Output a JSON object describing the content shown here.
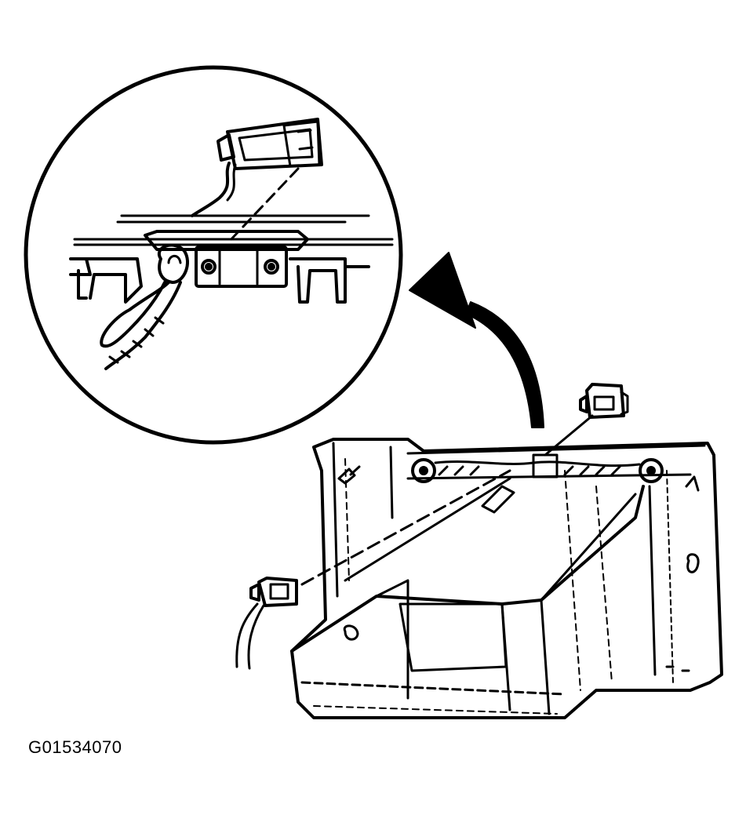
{
  "figure": {
    "id_label": "G01534070",
    "ink_color": "#000000",
    "background_color": "#ffffff"
  },
  "parts": {
    "detail_view": "magnified-detail-circle",
    "pointer": "curved-pointer-arrow",
    "assembly": "glove-box-assembly",
    "component": "electrical-connector"
  }
}
